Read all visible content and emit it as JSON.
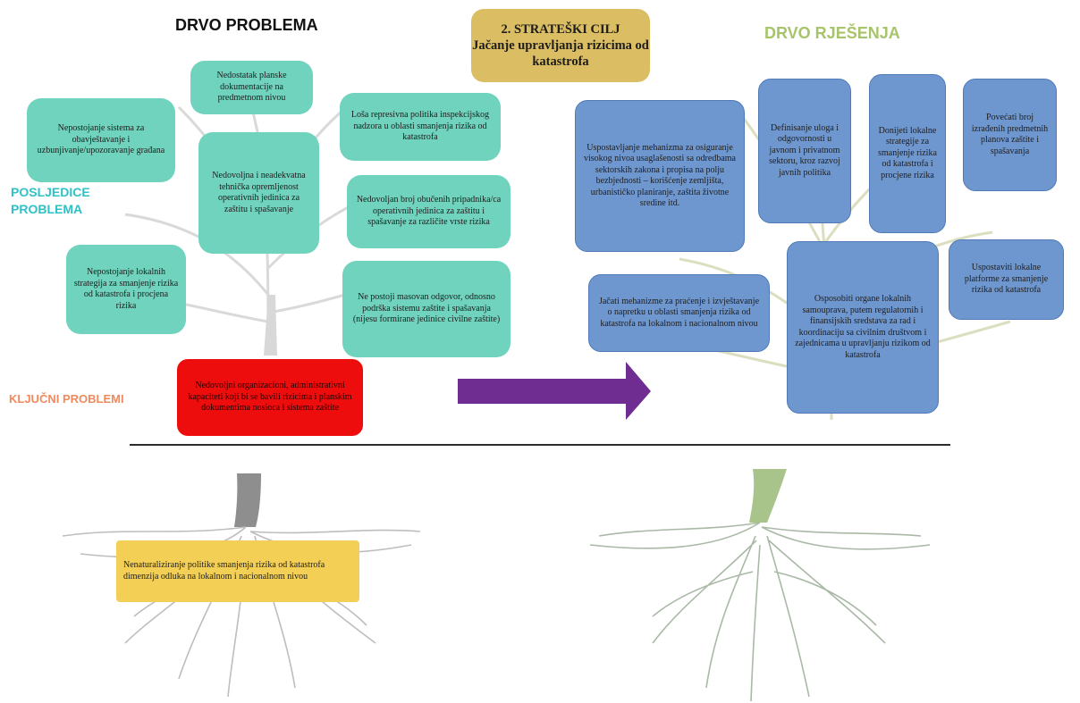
{
  "problem_tree": {
    "title": "DRVO PROBLEMA",
    "label_consequences": "POSLJEDICE PROBLEMA",
    "label_key_problems": "KLJUČNI PROBLEMI",
    "consequences": [
      "Nepostojanje sistema za obavještavanje i uzbunjivanje/upozoravanje građana",
      "Nedostatak planske dokumentacije na predmetnom nivou",
      "Nedovoljna i neadekvatna tehnička opremljenost operativnih jedinica za zaštitu i spašavanje",
      "Loša represivna politika inspekcijskog nadzora u oblasti smanjenja rizika od katastrofa",
      "Nedovoljan broj obučenih pripadnika/ca operativnih jedinica za zaštitu i spašavanje za različite vrste rizika",
      "Nepostojanje lokalnih strategija za smanjenje rizika od katastrofa i procjena rizika",
      "Ne postoji masovan odgovor, odnosno podrška sistemu zaštite i spašavanja (nijesu formirane jedinice civilne zaštite)"
    ],
    "key_problem": "Nedovoljni organizacioni, administrativni kapaciteti koji bi se bavili rizicima i planskim dokumentima nosioca i sistema zaštite",
    "root_cause": "Nenaturaliziranje politike smanjenja rizika od katastrofa dimenzija odluka na lokalnom i nacionalnom nivou"
  },
  "goal": {
    "line1": "2. STRATEŠKI CILJ",
    "line2": "Jačanje upravljanja rizicima od katastrofa"
  },
  "solution_tree": {
    "title": "DRVO RJEŠENJA",
    "solutions": [
      "Uspostavljanje mehanizma za osiguranje visokog nivoa usaglašenosti sa odredbama sektorskih zakona i propisa na polju bezbjednosti – korišćenje zemljišta, urbanističko planiranje, zaštita životne sredine itd.",
      "Definisanje uloga i odgovornosti u javnom i privatnom sektoru, kroz razvoj javnih politika",
      "Donijeti lokalne strategije za smanjenje rizika od katastrofa i procjene rizika",
      "Povećati broj izrađenih predmetnih planova zaštite i spašavanja",
      "Jačati mehanizme za praćenje i izvještavanje o napretku u oblasti smanjenja rizika od katastrofa na lokalnom i nacionalnom nivou",
      "Osposobiti organe lokalnih samouprava, putem regulatornih i finansijskih sredstava za rad i koordinaciju sa civilnim društvom i zajednicama u upravljanju rizikom od katastrofa",
      "Uspostaviti lokalne platforme za smanjenje rizika od katastrofa"
    ]
  },
  "colors": {
    "teal_box": "#6fd3bd",
    "teal_label": "#2fc1c6",
    "orange_label": "#f08a5d",
    "green_title": "#a8c46a",
    "blue_box": "#6f97cf",
    "red_box": "#ee0d0d",
    "yellow_box": "#f4cf55",
    "goal_box": "#dbbd63",
    "arrow": "#6f2c91"
  }
}
